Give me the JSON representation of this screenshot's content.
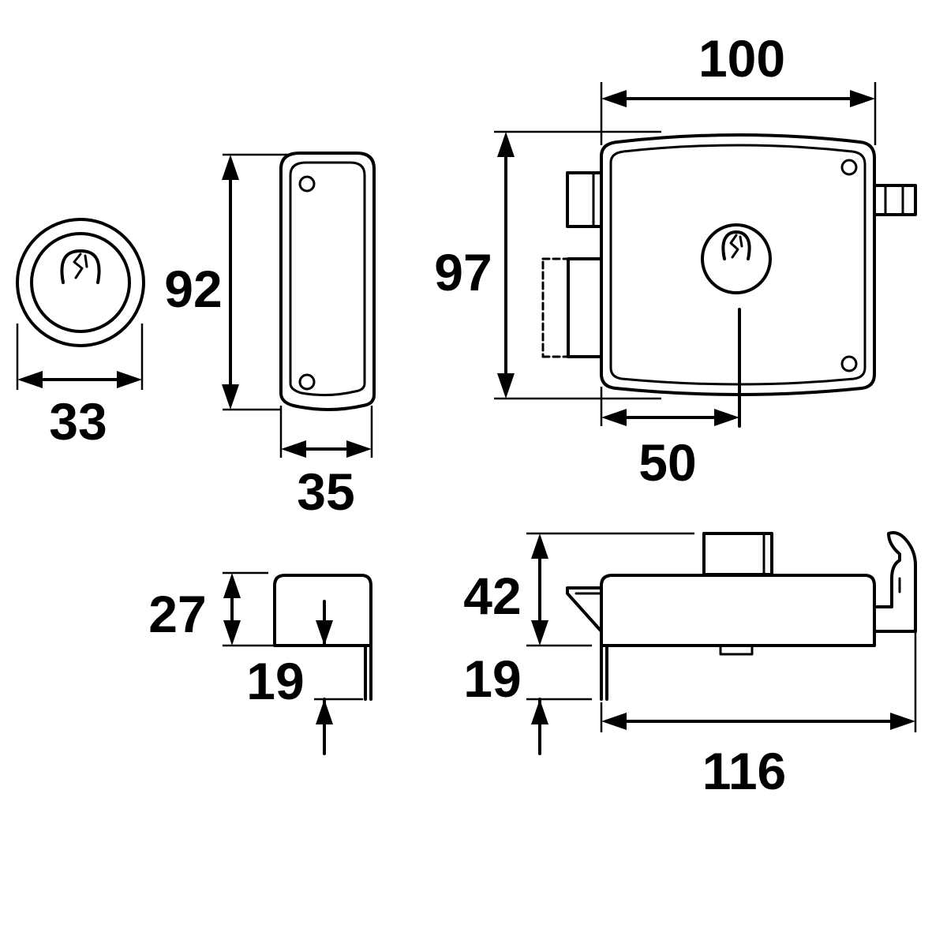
{
  "colors": {
    "line": "#000000",
    "background": "#ffffff"
  },
  "dimensions": {
    "cylinder_diameter": "33",
    "front_plate_height": "92",
    "front_plate_width": "35",
    "lock_height": "97",
    "lock_width": "100",
    "key_center_offset": "50",
    "keeper_height": "27",
    "keeper_offset": "19",
    "side_height": "42",
    "side_offset": "19",
    "overall_length": "116"
  }
}
